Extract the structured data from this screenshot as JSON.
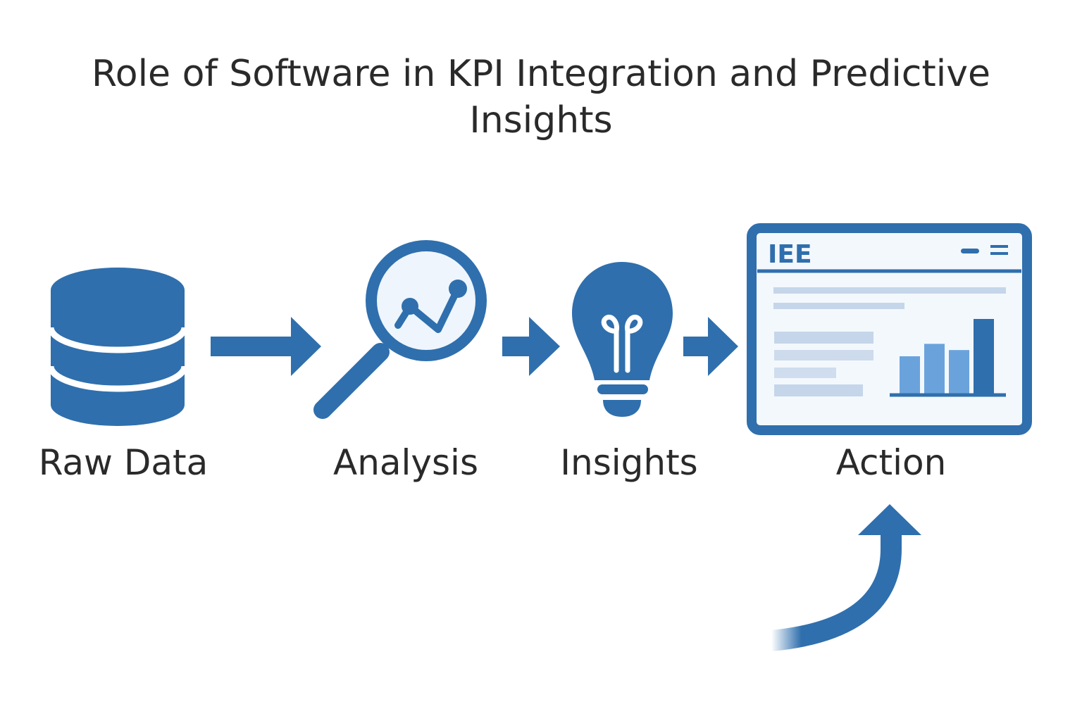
{
  "title": {
    "line1": "Role of Software in KPI Integration and Predictive",
    "line2": "Insights"
  },
  "steps": [
    {
      "label": "Raw Data",
      "icon": "database-icon"
    },
    {
      "label": "Analysis",
      "icon": "magnifier-chart-icon"
    },
    {
      "label": "Insights",
      "icon": "lightbulb-icon"
    },
    {
      "label": "Action",
      "icon": "dashboard-window-icon"
    }
  ],
  "dashboard": {
    "header_text": "IEE",
    "bar_values": [
      3,
      4,
      3.5,
      6
    ]
  },
  "colors": {
    "primary": "#2f6fad",
    "light": "#6aa3dc",
    "panel": "#f3f8fd",
    "line": "#c5d6ea",
    "text": "#2a2a2a"
  }
}
